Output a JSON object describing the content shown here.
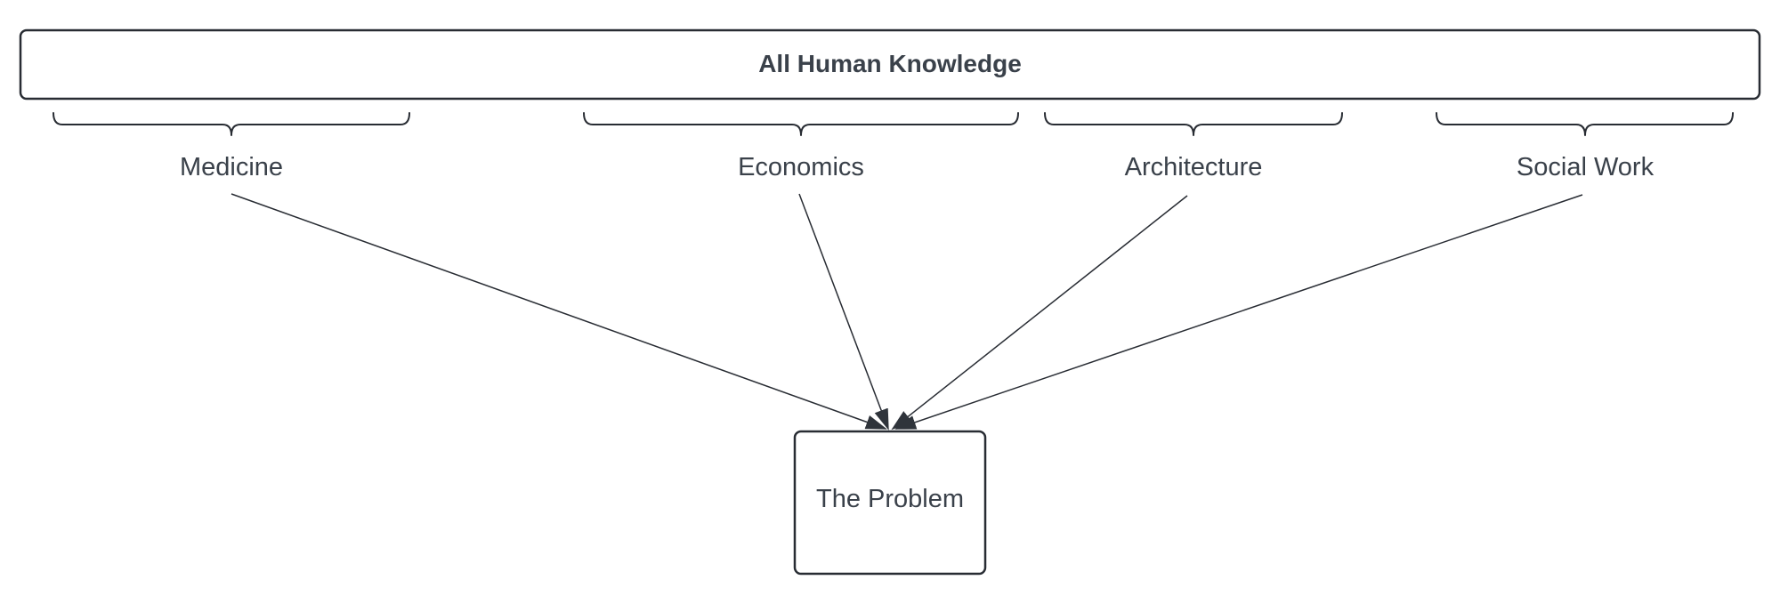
{
  "diagram": {
    "root": {
      "label": "All Human Knowledge"
    },
    "domains": [
      {
        "id": "medicine",
        "label": "Medicine"
      },
      {
        "id": "economics",
        "label": "Economics"
      },
      {
        "id": "architecture",
        "label": "Architecture"
      },
      {
        "id": "social-work",
        "label": "Social Work"
      }
    ],
    "target": {
      "label": "The Problem"
    },
    "edges": [
      {
        "from": "medicine",
        "to": "target"
      },
      {
        "from": "economics",
        "to": "target"
      },
      {
        "from": "architecture",
        "to": "target"
      },
      {
        "from": "social-work",
        "to": "target"
      }
    ],
    "colors": {
      "stroke": "#282c33",
      "text": "#3a414a",
      "background": "#ffffff"
    }
  }
}
